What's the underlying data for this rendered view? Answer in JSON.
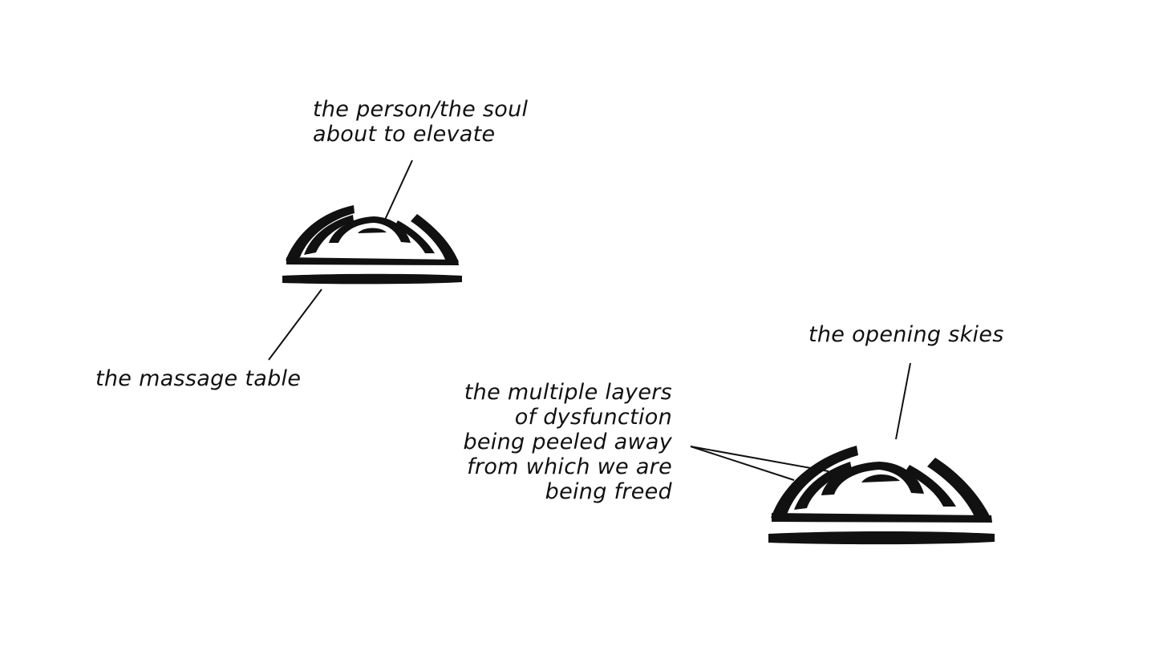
{
  "labels": {
    "person": [
      "the person/the soul",
      "about to elevate"
    ],
    "table": "the massage table",
    "skies": "the opening skies",
    "layers": [
      "the multiple layers",
      "of dysfunction",
      "being peeled away",
      "from which we are",
      "being freed"
    ]
  },
  "colors": {
    "ink": "#111111",
    "background": "#ffffff"
  }
}
